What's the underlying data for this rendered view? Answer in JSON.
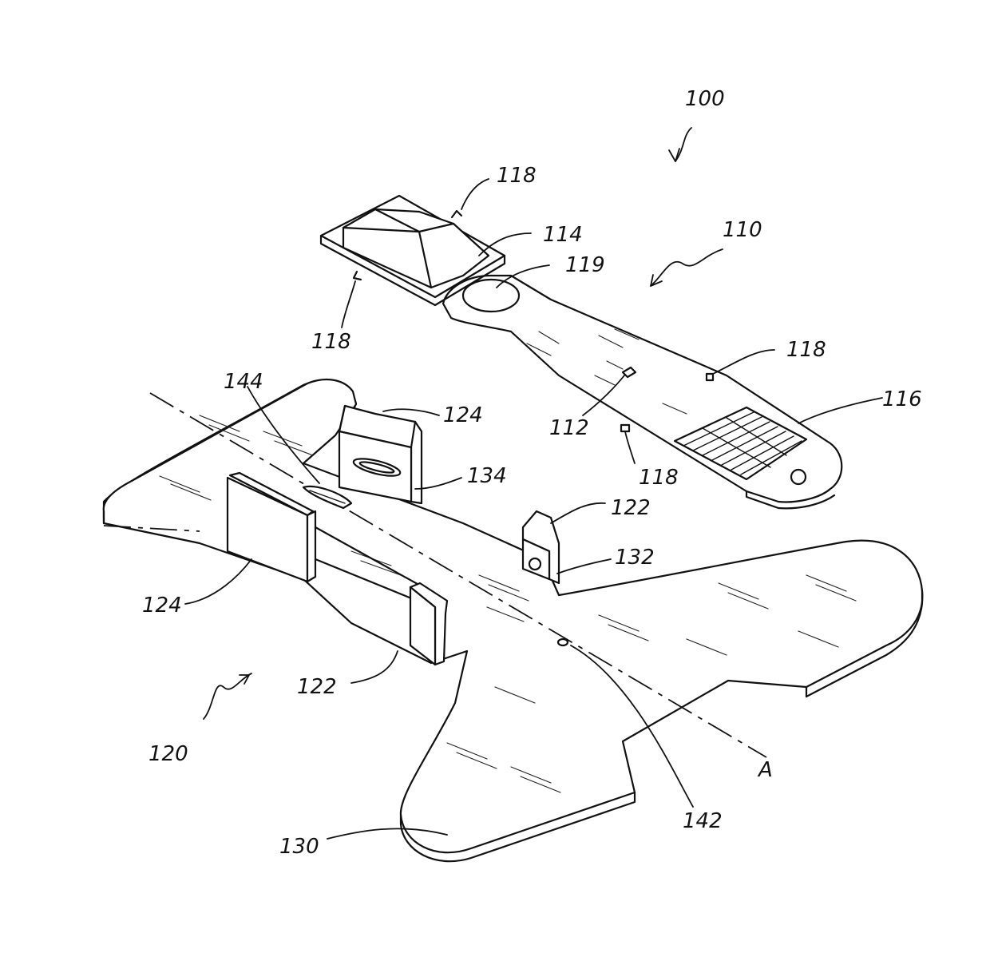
{
  "figure": {
    "labels": {
      "assembly": "100",
      "sensor_unit": "110",
      "sensor_window": "112",
      "module_housing": "114",
      "contact_strip": "116",
      "pin": "118",
      "aperture": "119",
      "base": "120",
      "clip_front": "122",
      "clip_rear": "122",
      "wall_front": "124",
      "wall_rear": "124",
      "base_wing": "130",
      "clip_hole": "132",
      "wall_slot": "134",
      "base_mark": "142",
      "channel": "144",
      "axis": "A"
    }
  }
}
